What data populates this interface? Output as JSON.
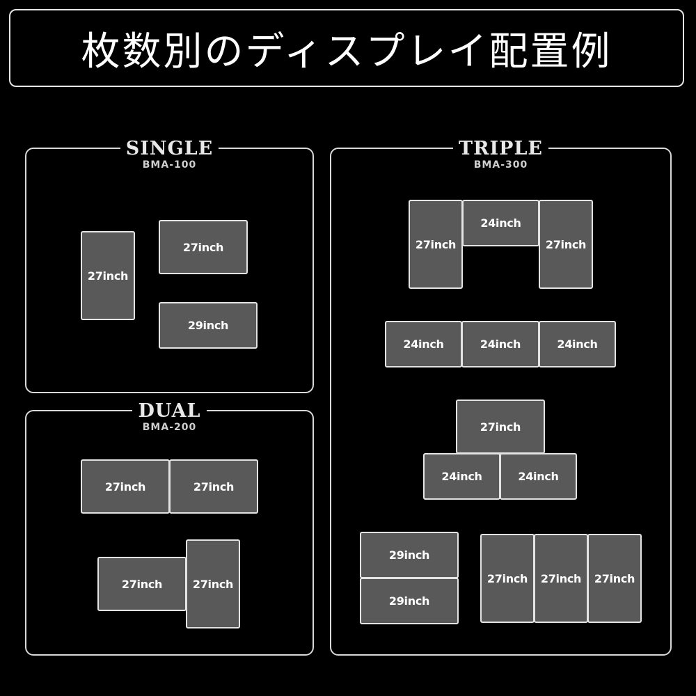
{
  "header": {
    "title": "枚数別のディスプレイ配置例"
  },
  "single": {
    "name": "SINGLE",
    "model": "BMA-100",
    "screens": [
      "27inch",
      "27inch",
      "29inch"
    ]
  },
  "dual": {
    "name": "DUAL",
    "model": "BMA-200",
    "screens": [
      "27inch",
      "27inch",
      "27inch",
      "27inch"
    ]
  },
  "triple": {
    "name": "TRIPLE",
    "model": "BMA-300",
    "screens": [
      "27inch",
      "24inch",
      "27inch",
      "24inch",
      "24inch",
      "24inch",
      "27inch",
      "24inch",
      "24inch",
      "29inch",
      "29inch",
      "27inch",
      "27inch",
      "27inch"
    ]
  },
  "colors": {
    "background": "#000000",
    "screen_fill": "#595959",
    "border": "#e4e4e4"
  }
}
